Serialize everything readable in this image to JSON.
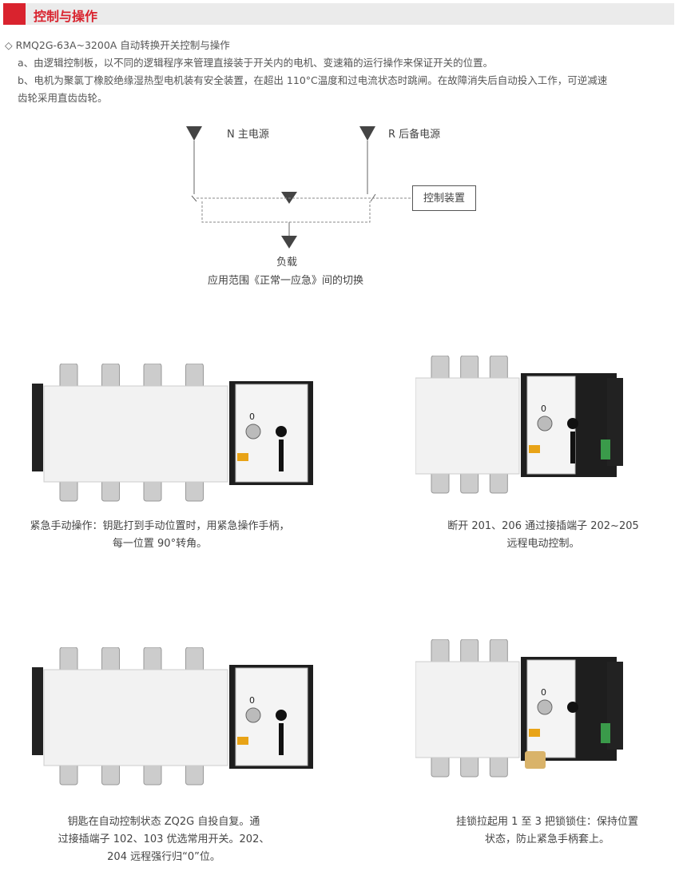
{
  "header": {
    "title": "控制与操作"
  },
  "intro": {
    "heading": "◇ RMQ2G-63A~3200A 自动转换开关控制与操作",
    "a": "a、由逻辑控制板，以不同的逻辑程序来管理直接装于开关内的电机、变速箱的运行操作来保证开关的位置。",
    "b1": "b、电机为聚氯丁橡胶绝缘湿热型电机装有安全装置，在超出 110°C温度和过电流状态时跳闸。在故障消失后自动投入工作，可逆减速",
    "b2": "齿轮采用直齿齿轮。"
  },
  "diagram": {
    "main_source": "N 主电源",
    "backup_source": "R 后备电源",
    "control": "控制装置",
    "load": "负载",
    "scope": "应用范围《正常一应急》间的切换"
  },
  "products": [
    {
      "caption": [
        "紧急手动操作：钥匙打到手动位置时，用紧急操作手柄，",
        "每一位置 90°转角。"
      ]
    },
    {
      "caption": [
        "断开 201、206 通过接插端子 202~205",
        "远程电动控制。"
      ]
    },
    {
      "caption": [
        "钥匙在自动控制状态 ZQ2G 自投自复。通",
        "过接插端子 102、103 优选常用开关。202、",
        "204 远程强行归“0”位。"
      ]
    },
    {
      "caption": [
        "挂锁拉起用 1 至 3 把锁锁住：保持位置",
        "状态，防止紧急手柄套上。"
      ]
    }
  ],
  "colors": {
    "accent": "#d9232e"
  }
}
